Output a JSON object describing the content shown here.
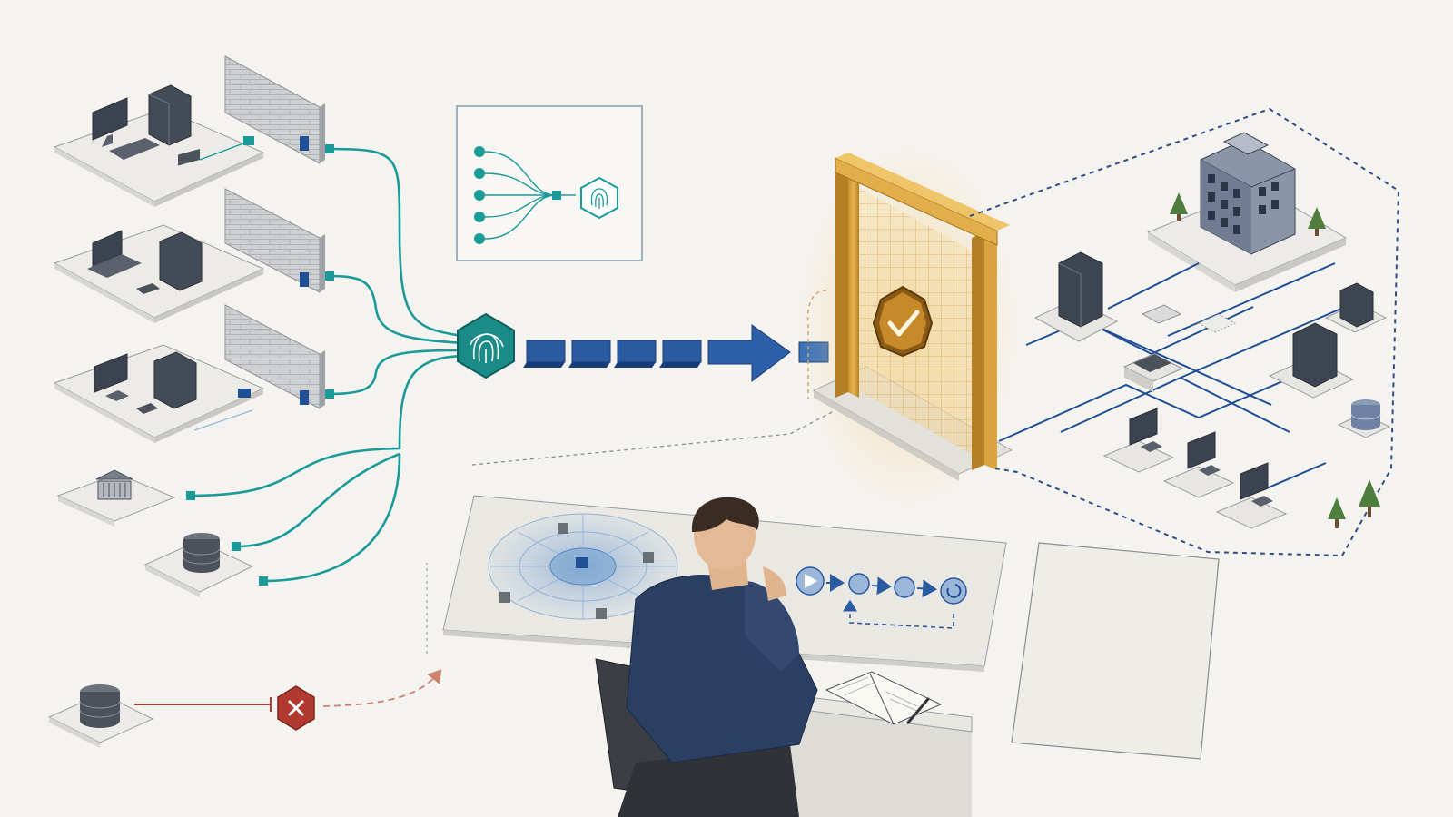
{
  "colors": {
    "background": "#f5f3ef",
    "teal": "#1b9a9a",
    "navy": "#1f4f95",
    "gold": "#d9a441",
    "red": "#b03a30",
    "stroke": "#5d636b",
    "panel": "#f0eee9"
  },
  "icons": {
    "fingerprint": "fingerprint-icon",
    "check": "check-shield-icon",
    "reject": "x-block-icon",
    "building": "building-icon",
    "bank": "bank-icon",
    "database": "database-icon",
    "server": "server-icon",
    "monitor": "monitor-icon",
    "laptop": "laptop-icon",
    "tree": "tree-icon",
    "person": "analyst-person-icon",
    "notebook": "notebook-icon",
    "radar": "radar-icon",
    "play": "play-icon",
    "loop": "loop-icon"
  },
  "diagram": {
    "source_stations": [
      "desktop-workstation",
      "laptop-workstation",
      "desktop-workstation"
    ],
    "source_nodes": [
      "bank",
      "database"
    ],
    "rejected_source": "database",
    "converge_inputs": 5,
    "flow_blocks": 4,
    "protected_network_servers": 4,
    "protected_network_clients": 3
  }
}
